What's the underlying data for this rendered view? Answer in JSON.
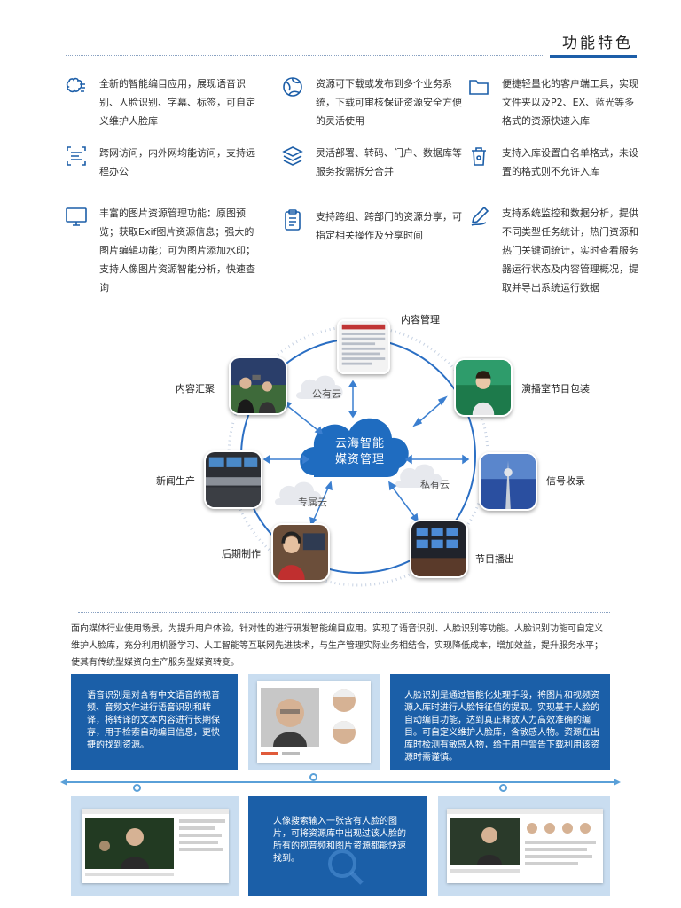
{
  "header": {
    "title": "功能特色"
  },
  "features": [
    {
      "icon": "brain-icon",
      "text": "全新的智能编目应用，展现语音识别、人脸识别、字幕、标签，可自定义维护人脸库"
    },
    {
      "icon": "globe-icon",
      "text": "资源可下载或发布到多个业务系统，下载可审核保证资源安全方便的灵活使用"
    },
    {
      "icon": "folder-icon",
      "text": "便捷轻量化的客户端工具，实现文件夹以及P2、EX、蓝光等多格式的资源快速入库"
    },
    {
      "icon": "remote-access-icon",
      "text": "跨网访问，内外网均能访问，支持远程办公"
    },
    {
      "icon": "layers-icon",
      "text": "灵活部署、转码、门户、数据库等服务按需拆分合并"
    },
    {
      "icon": "trash-icon",
      "text": "支持入库设置白名单格式，未设置的格式则不允许入库"
    },
    {
      "icon": "monitor-icon",
      "text": "丰富的图片资源管理功能：原图预览；获取Exif图片资源信息；强大的图片编辑功能；可为图片添加水印；支持人像图片资源智能分析，快速查询"
    },
    {
      "icon": "clipboard-icon",
      "text": "支持跨组、跨部门的资源分享，可指定相关操作及分享时间"
    },
    {
      "icon": "edit-icon",
      "text": "支持系统监控和数据分析，提供不同类型任务统计，热门资源和热门关键词统计，实时查看服务器运行状态及内容管理概况，提取并导出系统运行数据"
    }
  ],
  "diagram": {
    "center": [
      "云海智能",
      "媒资管理"
    ],
    "clouds": {
      "public": "公有云",
      "private": "私有云",
      "exclusive": "专属云"
    },
    "nodes": {
      "content_mgmt": "内容管理",
      "studio": "演播室节目包装",
      "signal": "信号收录",
      "broadcast": "节目播出",
      "post": "后期制作",
      "news": "新闻生产",
      "gather": "内容汇聚"
    }
  },
  "intro": "面向媒体行业使用场景，为提升用户体验，针对性的进行研发智能编目应用。实现了语音识别、人脸识别等功能。人脸识别功能可自定义维护人脸库，充分利用机器学习、人工智能等互联网先进技术，与生产管理实际业务相结合，实现降低成本，增加效益，提升服务水平；使其有传统型媒资向生产服务型媒资转变。",
  "panels": {
    "speech": "语音识别是对含有中文语音的视音频、音频文件进行语音识别和转译，将转译的文本内容进行长期保存，用于检索自动编目信息，更快捷的找到资源。",
    "face": "人脸识别是通过智能化处理手段，将图片和视频资源入库时进行人脸特征值的提取。实现基于人脸的自动编目功能，达到真正释放人力高效准确的编目。可自定义维护人脸库，含敏感人物。资源在出库时检测有敏感人物，给于用户警告下载利用该资源时需谨慎。",
    "search": "人像搜索输入一张含有人脸的图片，可将资源库中出现过该人脸的所有的视音频和图片资源都能快速找到。"
  },
  "colors": {
    "accent": "#1c5ea8",
    "light": "#c9ddf0",
    "icon": "#1c5ea8"
  }
}
